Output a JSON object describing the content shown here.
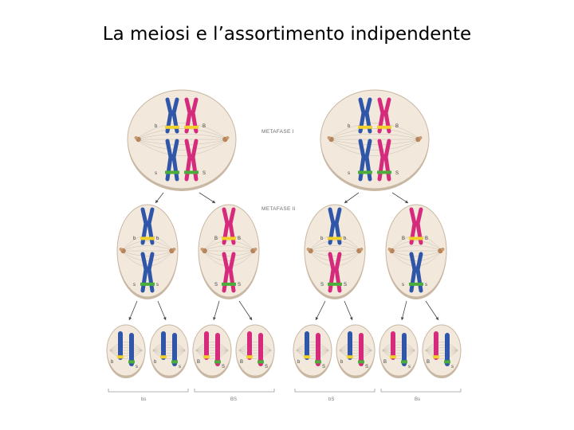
{
  "title": "La meiosi e l’assortimento indipendente",
  "colors": {
    "maternal": "#2f56a8",
    "paternal": "#d62b7c",
    "allele_b": "#f2d22a",
    "allele_s": "#4cae3a",
    "cell_fill": "#f2e9dc",
    "cell_rim": "#c8b7a2"
  },
  "stage_labels": [
    "METAFASE I",
    "METAFASE II"
  ],
  "allele_labels": {
    "lower_b": "b",
    "upper_b": "B",
    "lower_s": "s",
    "upper_s": "S"
  },
  "gamete_groups": [
    "bs",
    "BS",
    "bS",
    "Bs"
  ]
}
